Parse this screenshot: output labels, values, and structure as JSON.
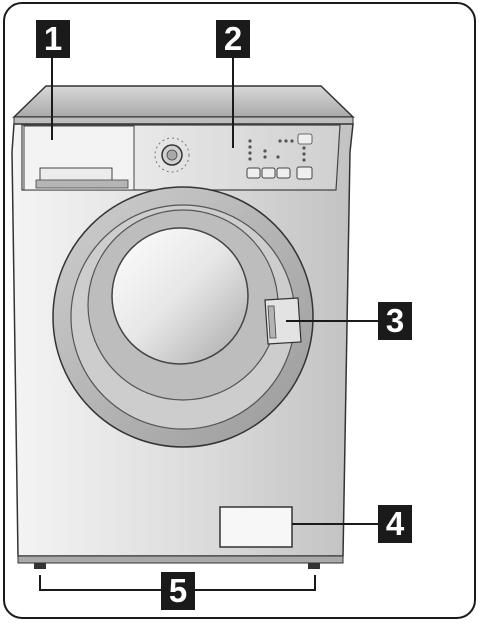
{
  "callouts": {
    "detergent_drawer": "1",
    "control_panel": "2",
    "door_handle": "3",
    "filter_flap": "4",
    "adjustable_feet": "5"
  },
  "colors": {
    "frame": "#1a1a1a",
    "body_light": "#f2f2f2",
    "body_mid": "#d4d4d4",
    "body_dark": "#b8b8b8",
    "callout_bg": "#1a1a1a",
    "callout_text": "#ffffff"
  },
  "icons": [
    "program-dial-icon",
    "indicator-light-icon",
    "option-button-icon"
  ]
}
